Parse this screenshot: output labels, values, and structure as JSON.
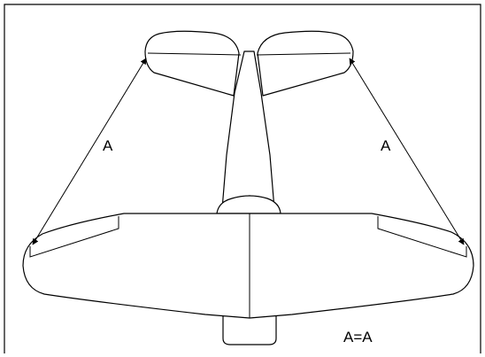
{
  "labels": {
    "left_span": "A",
    "right_span": "A",
    "equality": "A=A"
  }
}
